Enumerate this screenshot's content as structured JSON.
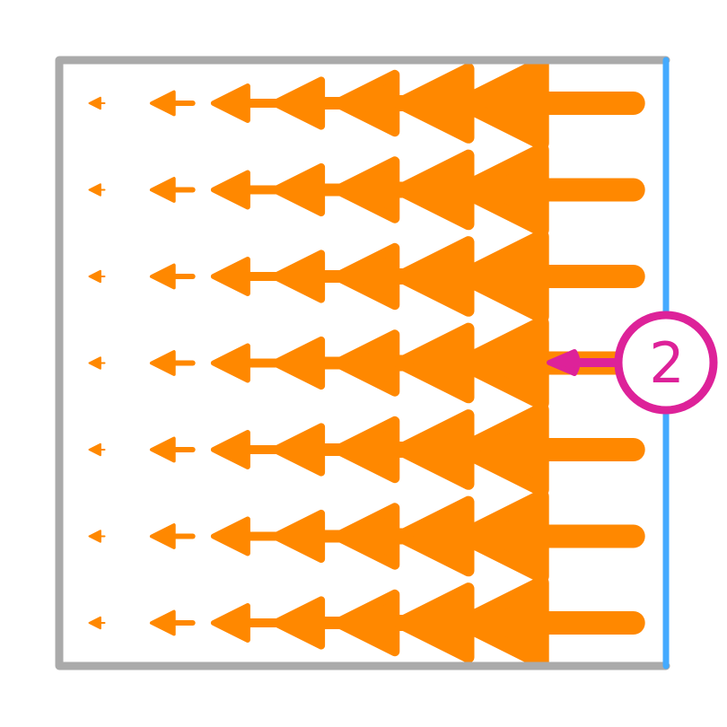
{
  "diagram": {
    "type": "vector-field",
    "direction": "left",
    "rows": 7,
    "columns": 7,
    "column_magnitudes": [
      1,
      2,
      3,
      4,
      5,
      6,
      7
    ],
    "colors": {
      "arrow": "#ff8800",
      "boundary": "#aaaaaa",
      "right_boundary": "#44aaff",
      "marker": "#dd2299"
    }
  },
  "marker": {
    "label": "2"
  }
}
